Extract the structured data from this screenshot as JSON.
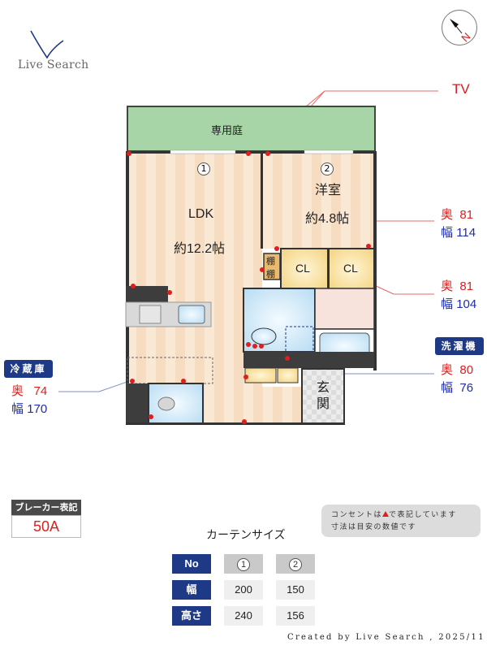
{
  "brand": {
    "name": "Live Search"
  },
  "compass": {
    "label": "N",
    "icon": "north-arrow-icon"
  },
  "annotations": {
    "tv": "TV",
    "outlet_marker_color": "#e01e1e"
  },
  "plan": {
    "garden": "専用庭",
    "ldk": {
      "name": "LDK",
      "size": "約12.2帖",
      "window_no": "1"
    },
    "western_room": {
      "name": "洋室",
      "size": "約4.8帖",
      "window_no": "2"
    },
    "closets": [
      "CL",
      "CL"
    ],
    "shelves": [
      "棚",
      "棚"
    ],
    "entrance": "玄関"
  },
  "dimensions": {
    "closet_1": {
      "depth_label": "奥",
      "depth": "81",
      "width_label": "幅",
      "width": "114"
    },
    "closet_2": {
      "depth_label": "奥",
      "depth": "81",
      "width_label": "幅",
      "width": "104"
    },
    "washer": {
      "tag": "洗濯機",
      "depth_label": "奥",
      "depth": "80",
      "width_label": "幅",
      "width": "76"
    },
    "fridge": {
      "tag": "冷蔵庫",
      "depth_label": "奥",
      "depth": "74",
      "width_label": "幅",
      "width": "170"
    }
  },
  "breaker": {
    "label": "ブレーカー表記",
    "value": "50A"
  },
  "note": {
    "line1_pre": "コンセントは",
    "line1_post": "で表記しています",
    "line2": "寸法は目安の数値です"
  },
  "curtain": {
    "title": "カーテンサイズ",
    "header": "No",
    "cols": [
      "1",
      "2"
    ],
    "rows": [
      {
        "label": "幅",
        "values": [
          "200",
          "150"
        ]
      },
      {
        "label": "高さ",
        "values": [
          "240",
          "156"
        ]
      }
    ]
  },
  "footer": "Created by Live Search , 2025/11"
}
